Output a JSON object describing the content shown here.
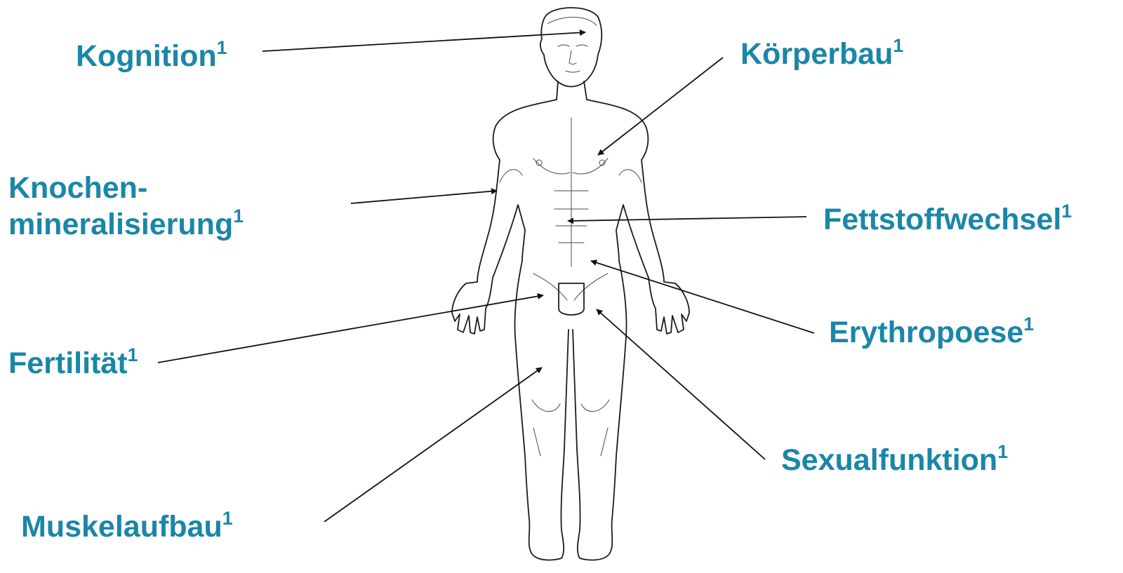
{
  "colors": {
    "label": "#1a86a8",
    "line": "#111111",
    "figure": "#1b1b1b"
  },
  "labels": {
    "kognition": {
      "text": "Kognition",
      "sup": "1"
    },
    "koerperbau": {
      "text": "Körperbau",
      "sup": "1"
    },
    "knochen_line1": {
      "text": "Knochen-"
    },
    "knochen_line2": {
      "text": "mineralisierung",
      "sup": "1"
    },
    "fettstoff": {
      "text": "Fettstoffwechsel",
      "sup": "1"
    },
    "erythropoese": {
      "text": "Erythropoese",
      "sup": "1"
    },
    "fertilitaet": {
      "text": "Fertilität",
      "sup": "1"
    },
    "sexualfunktion": {
      "text": "Sexualfunktion",
      "sup": "1"
    },
    "muskelaufbau": {
      "text": "Muskelaufbau",
      "sup": "1"
    }
  },
  "figure": {
    "icon": "human-body-outline-icon"
  }
}
